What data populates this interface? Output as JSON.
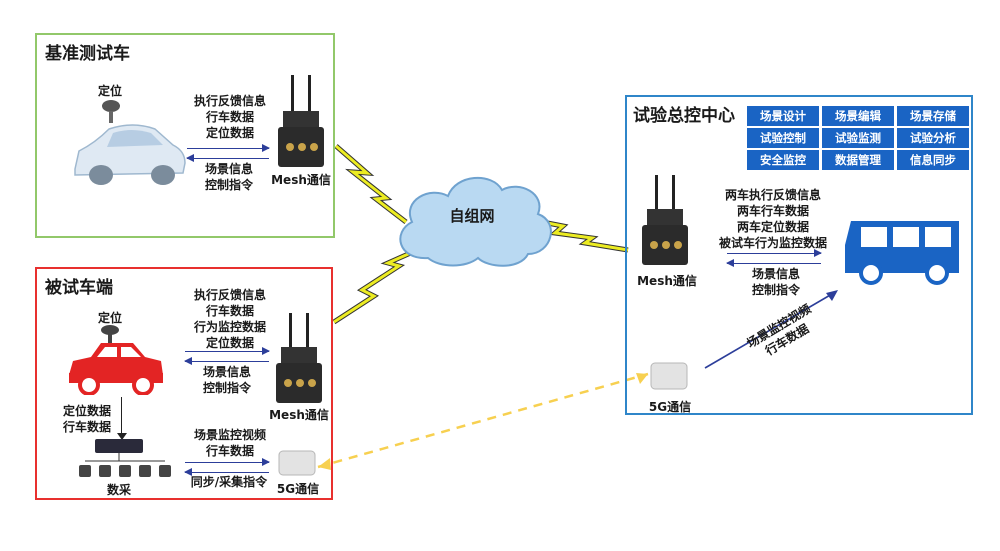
{
  "colors": {
    "green_border": "#92c86a",
    "red_border": "#e8302e",
    "blue_border": "#2f86c9",
    "tile_blue": "#1a64c4",
    "arrow": "#2c3e9a",
    "bolt": "#ecec22",
    "cloud": "#b9d9f2"
  },
  "reference_vehicle": {
    "title": "基准测试车",
    "positioning_label": "定位",
    "uplink": [
      "执行反馈信息",
      "行车数据",
      "定位数据"
    ],
    "downlink": [
      "场景信息",
      "控制指令"
    ],
    "mesh_label": "Mesh通信"
  },
  "test_vehicle": {
    "title": "被试车端",
    "positioning_label": "定位",
    "uplink": [
      "执行反馈信息",
      "行车数据",
      "行为监控数据",
      "定位数据"
    ],
    "downlink": [
      "场景信息",
      "控制指令"
    ],
    "mesh_label": "Mesh通信",
    "daq_data": [
      "定位数据",
      "行车数据"
    ],
    "daq_label": "数采",
    "fiveg_uplink": [
      "场景监控视频",
      "行车数据"
    ],
    "fiveg_downlink": "同步/采集指令",
    "fiveg_label": "5G通信"
  },
  "network": {
    "label": "自组网"
  },
  "control_center": {
    "title": "试验总控中心",
    "tiles": [
      "场景设计",
      "场景编辑",
      "场景存储",
      "试验控制",
      "试验监测",
      "试验分析",
      "安全监控",
      "数据管理",
      "信息同步"
    ],
    "mesh_label": "Mesh通信",
    "uplink": [
      "两车执行反馈信息",
      "两车行车数据",
      "两车定位数据",
      "被试车行为监控数据"
    ],
    "downlink": [
      "场景信息",
      "控制指令"
    ],
    "fiveg_label": "5G通信",
    "fiveg_data": [
      "场景监控视频",
      "行车数据"
    ]
  }
}
